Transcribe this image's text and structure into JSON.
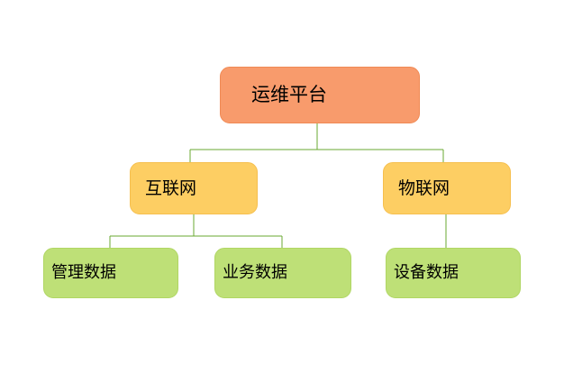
{
  "diagram": {
    "type": "org-tree",
    "background_color": "#ffffff",
    "edge_color": "#6aa832",
    "nodes": {
      "root": {
        "label": "运维平台",
        "level": 1,
        "fill_color": "#f89b6c",
        "border_color": "#f08a55"
      },
      "branch_left": {
        "label": "互联网",
        "level": 2,
        "fill_color": "#fdce63",
        "border_color": "#f6bf4e"
      },
      "branch_right": {
        "label": "物联网",
        "level": 2,
        "fill_color": "#fdce63",
        "border_color": "#f6bf4e"
      },
      "leaf_one": {
        "label": "管理数据",
        "level": 3,
        "fill_color": "#bee077",
        "border_color": "#b0d664"
      },
      "leaf_two": {
        "label": "业务数据",
        "level": 3,
        "fill_color": "#bee077",
        "border_color": "#b0d664"
      },
      "leaf_three": {
        "label": "设备数据",
        "level": 3,
        "fill_color": "#bee077",
        "border_color": "#b0d664"
      }
    },
    "edges": [
      {
        "from": "root",
        "to": "branch_left"
      },
      {
        "from": "root",
        "to": "branch_right"
      },
      {
        "from": "branch_left",
        "to": "leaf_one"
      },
      {
        "from": "branch_left",
        "to": "leaf_two"
      },
      {
        "from": "branch_right",
        "to": "leaf_three"
      }
    ]
  }
}
